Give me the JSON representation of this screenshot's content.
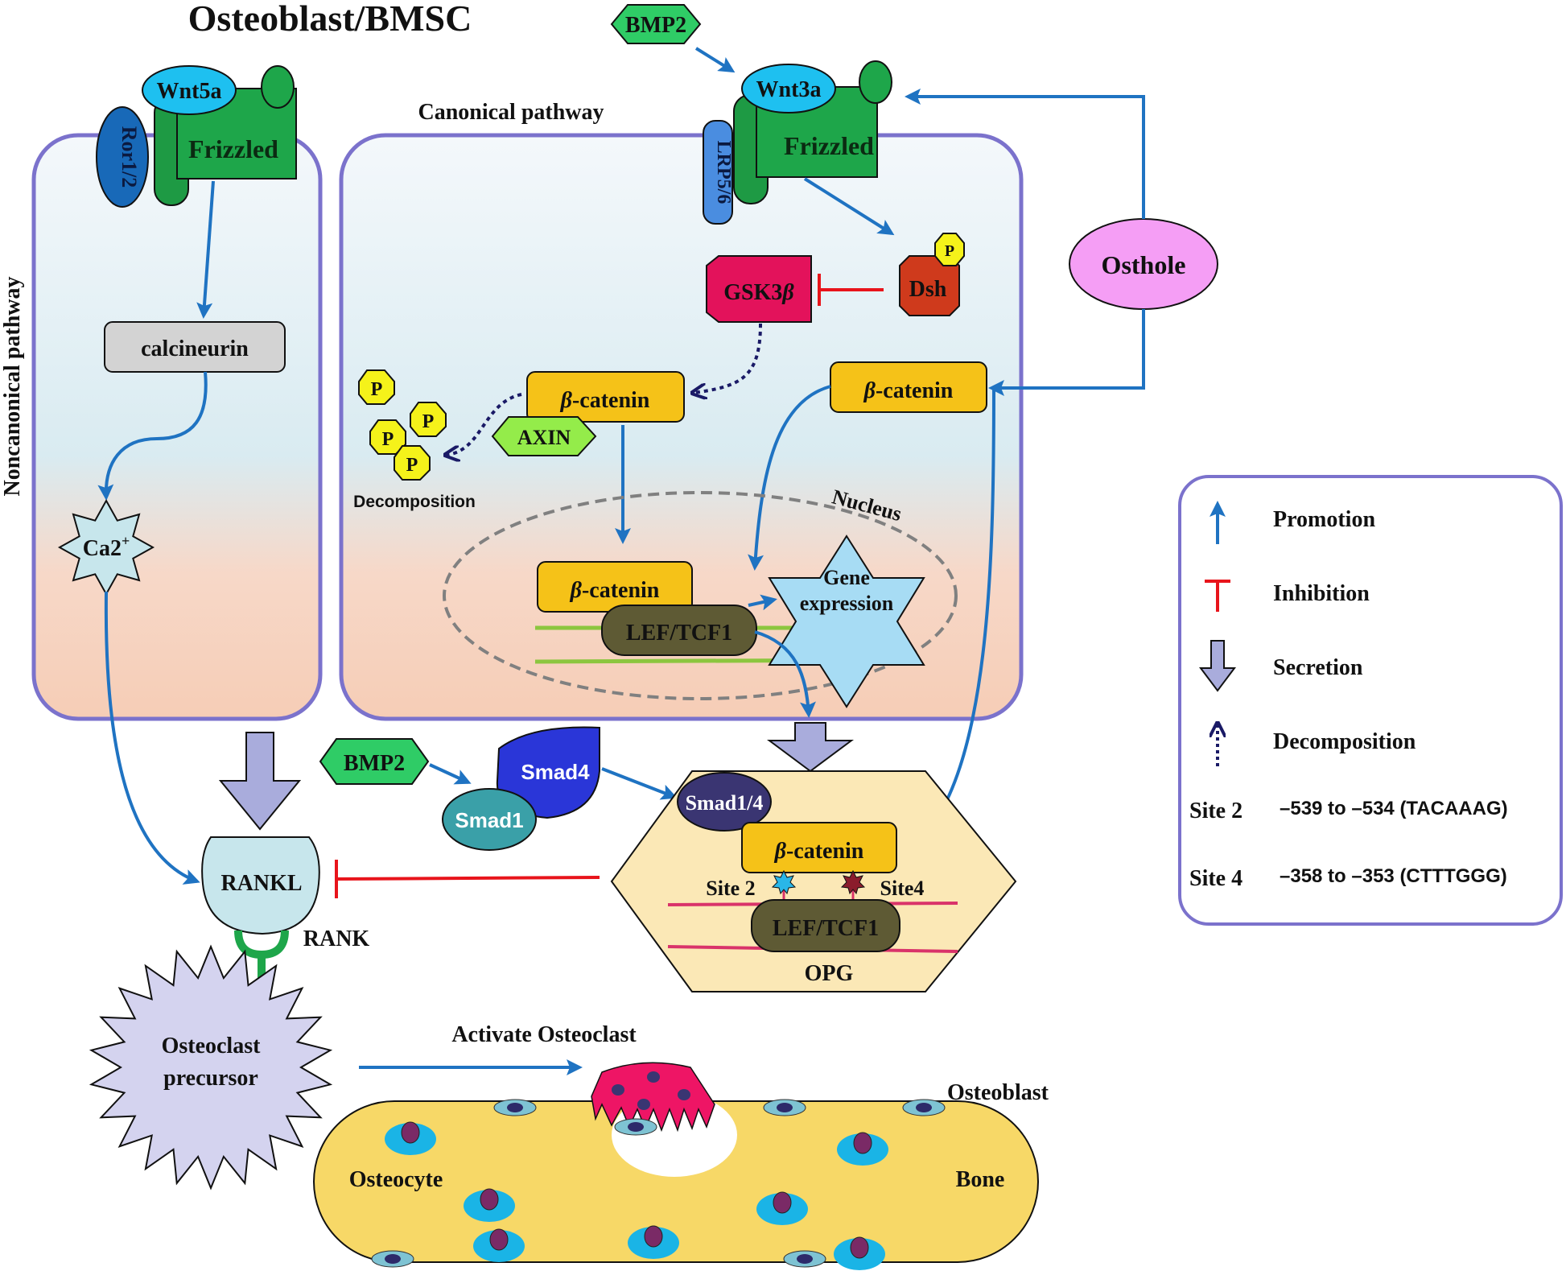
{
  "title": "Osteoblast/BMSC",
  "pathways": {
    "canonical": "Canonical pathway",
    "noncanonical": "Noncanonical pathway"
  },
  "noncanonical": {
    "ligand": "Wnt5a",
    "coreceptor": "Ror1/2",
    "receptor": "Frizzled",
    "calcineurin": "calcineurin",
    "calcium": "Ca2",
    "calcium_sup": "+"
  },
  "canonical": {
    "bmp2_top": "BMP2",
    "ligand": "Wnt3a",
    "coreceptor": "LRP5/6",
    "receptor": "Frizzled",
    "dsh": "Dsh",
    "dsh_p": "P",
    "gsk3b": "GSK3",
    "gsk3b_beta": "β",
    "beta_catenin_axin": "-catenin",
    "axin": "AXIN",
    "p_labels": [
      "P",
      "P",
      "P",
      "P"
    ],
    "decomposition": "Decomposition",
    "beta_catenin_right": "-catenin",
    "nucleus": "Nucleus",
    "beta_catenin_nucleus": "-catenin",
    "lef_tcf1_nucleus": "LEF/TCF1",
    "gene_expression_1": "Gene",
    "gene_expression_2": "expression",
    "beta_symbol": "β"
  },
  "osthole": "Osthole",
  "opg_box": {
    "smad14": "Smad1/4",
    "beta_catenin": "-catenin",
    "site2": "Site 2",
    "site4": "Site4",
    "lef_tcf1": "LEF/TCF1",
    "opg": "OPG"
  },
  "smad": {
    "bmp2": "BMP2",
    "smad4": "Smad4",
    "smad1": "Smad1"
  },
  "rankl": "RANKL",
  "rank": "RANK",
  "osteoclast_precursor_1": "Osteoclast",
  "osteoclast_precursor_2": "precursor",
  "activate_osteoclast": "Activate Osteoclast",
  "bone": {
    "osteoblast": "Osteoblast",
    "osteocyte": "Osteocyte",
    "bone": "Bone"
  },
  "legend": {
    "items": [
      "Promotion",
      "Inhibition",
      "Secretion",
      "Decomposition"
    ],
    "site2_label": "Site 2",
    "site2_value": "–539 to –534 (TACAAAG)",
    "site4_label": "Site 4",
    "site4_value": "–358 to –353 (CTTTGGG)"
  },
  "colors": {
    "cell_border": "#7b72cc",
    "promotion": "#1f73c2",
    "inhibition": "#e8141b",
    "secretion_fill": "#a9acdc",
    "frizzled": "#1ea64a",
    "beta_catenin": "#f5c218",
    "osthole": "#f59ef5",
    "gsk3b": "#e3125b",
    "dsh": "#cf3a1c",
    "bone": "#f7d867"
  }
}
